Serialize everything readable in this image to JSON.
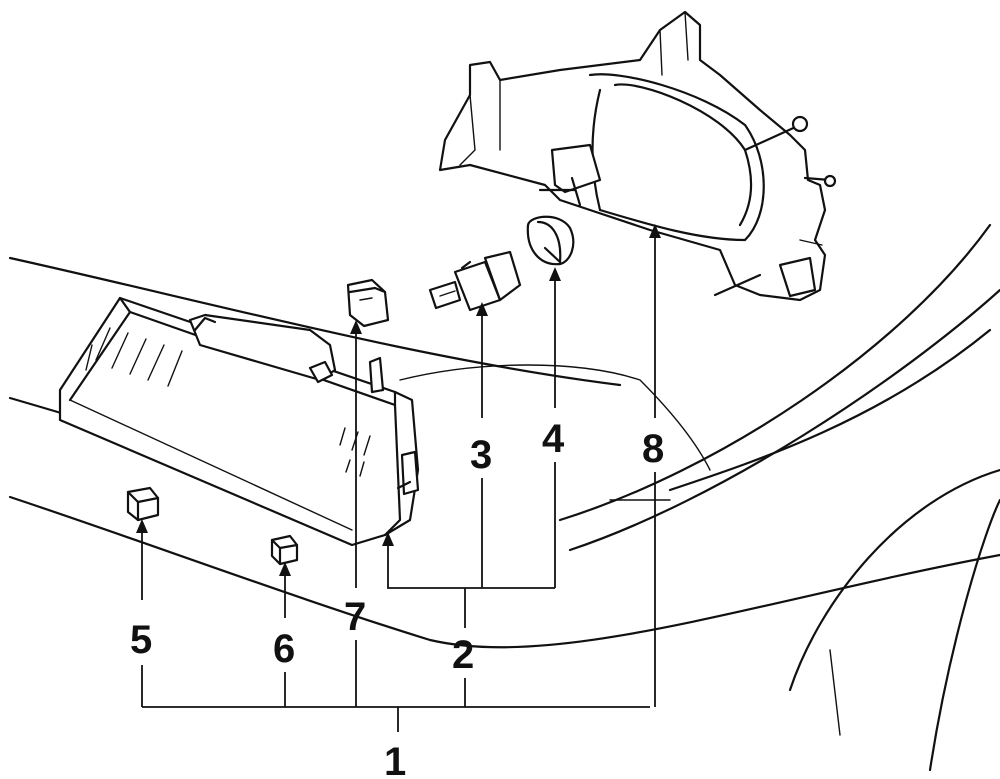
{
  "callouts": {
    "n1": "1",
    "n2": "2",
    "n3": "3",
    "n4": "4",
    "n5": "5",
    "n6": "6",
    "n7": "7",
    "n8": "8"
  },
  "colors": {
    "ink": "#111111",
    "paper": "#ffffff"
  }
}
